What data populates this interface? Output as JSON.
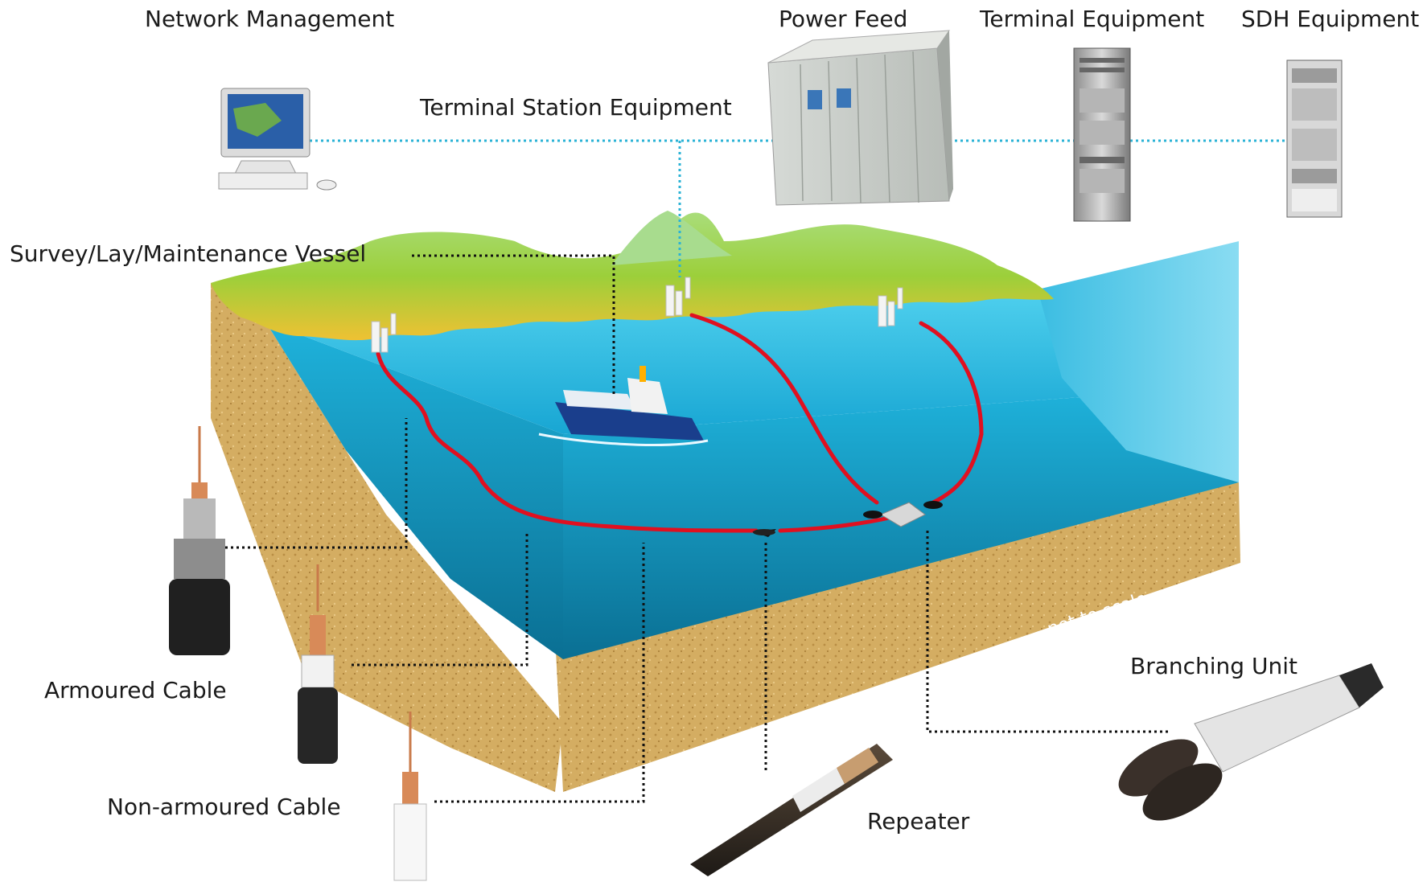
{
  "labels": {
    "network_management": "Network Management",
    "power_feed": "Power Feed",
    "terminal_equipment": "Terminal Equipment",
    "sdh_equipment": "SDH Equipment",
    "terminal_station_equipment": "Terminal Station Equipment",
    "vessel": "Survey/Lay/Maintenance Vessel",
    "armoured_cable": "Armoured Cable",
    "non_armoured_cable": "Non-armoured Cable",
    "repeater": "Repeater",
    "branching_unit": "Branching Unit",
    "scale_note": "not to scale"
  },
  "colors": {
    "sea_top": "#3cc6e6",
    "sea_deep": "#0d82a6",
    "sand": "#d8b063",
    "land_green": "#8fcf4a",
    "land_yellow": "#f0c236",
    "cable": "#e01020",
    "signal_line": "#2bb3d6",
    "leader_line": "#111111"
  },
  "icons": [
    "monitor-icon",
    "power-cabinet-icon",
    "rack-icon",
    "sdh-rack-icon",
    "ship-icon",
    "station-icon",
    "cable-section-icon",
    "repeater-icon",
    "branching-unit-icon"
  ]
}
